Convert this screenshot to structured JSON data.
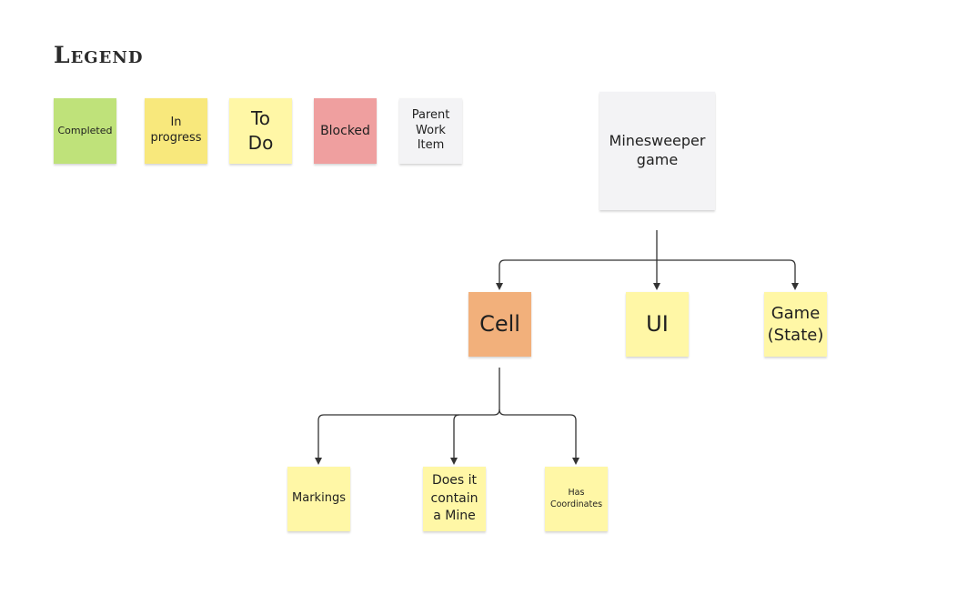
{
  "legend": {
    "title": "Legend",
    "items": [
      {
        "label": "Completed",
        "color": "#bfe27a"
      },
      {
        "label": "In progress",
        "color": "#f8e87c"
      },
      {
        "label": "To Do",
        "color": "#fff7a6"
      },
      {
        "label": "Blocked",
        "color": "#ef9f9f"
      },
      {
        "label": "Parent Work Item",
        "color": "#f3f3f5"
      }
    ]
  },
  "tree": {
    "root": {
      "label": "Minesweeper game",
      "color": "#f3f3f5"
    },
    "level1": [
      {
        "label": "Cell",
        "color": "#f2b07b"
      },
      {
        "label": "UI",
        "color": "#fff7a6"
      },
      {
        "label": "Game (State)",
        "color": "#fff7a6"
      }
    ],
    "level2": [
      {
        "label": "Markings",
        "color": "#fff7a6"
      },
      {
        "label": "Does it contain a Mine",
        "color": "#fff7a6"
      },
      {
        "label": "Has Coordinates",
        "color": "#fff7a6"
      }
    ]
  },
  "colors": {
    "connector": "#333333"
  }
}
